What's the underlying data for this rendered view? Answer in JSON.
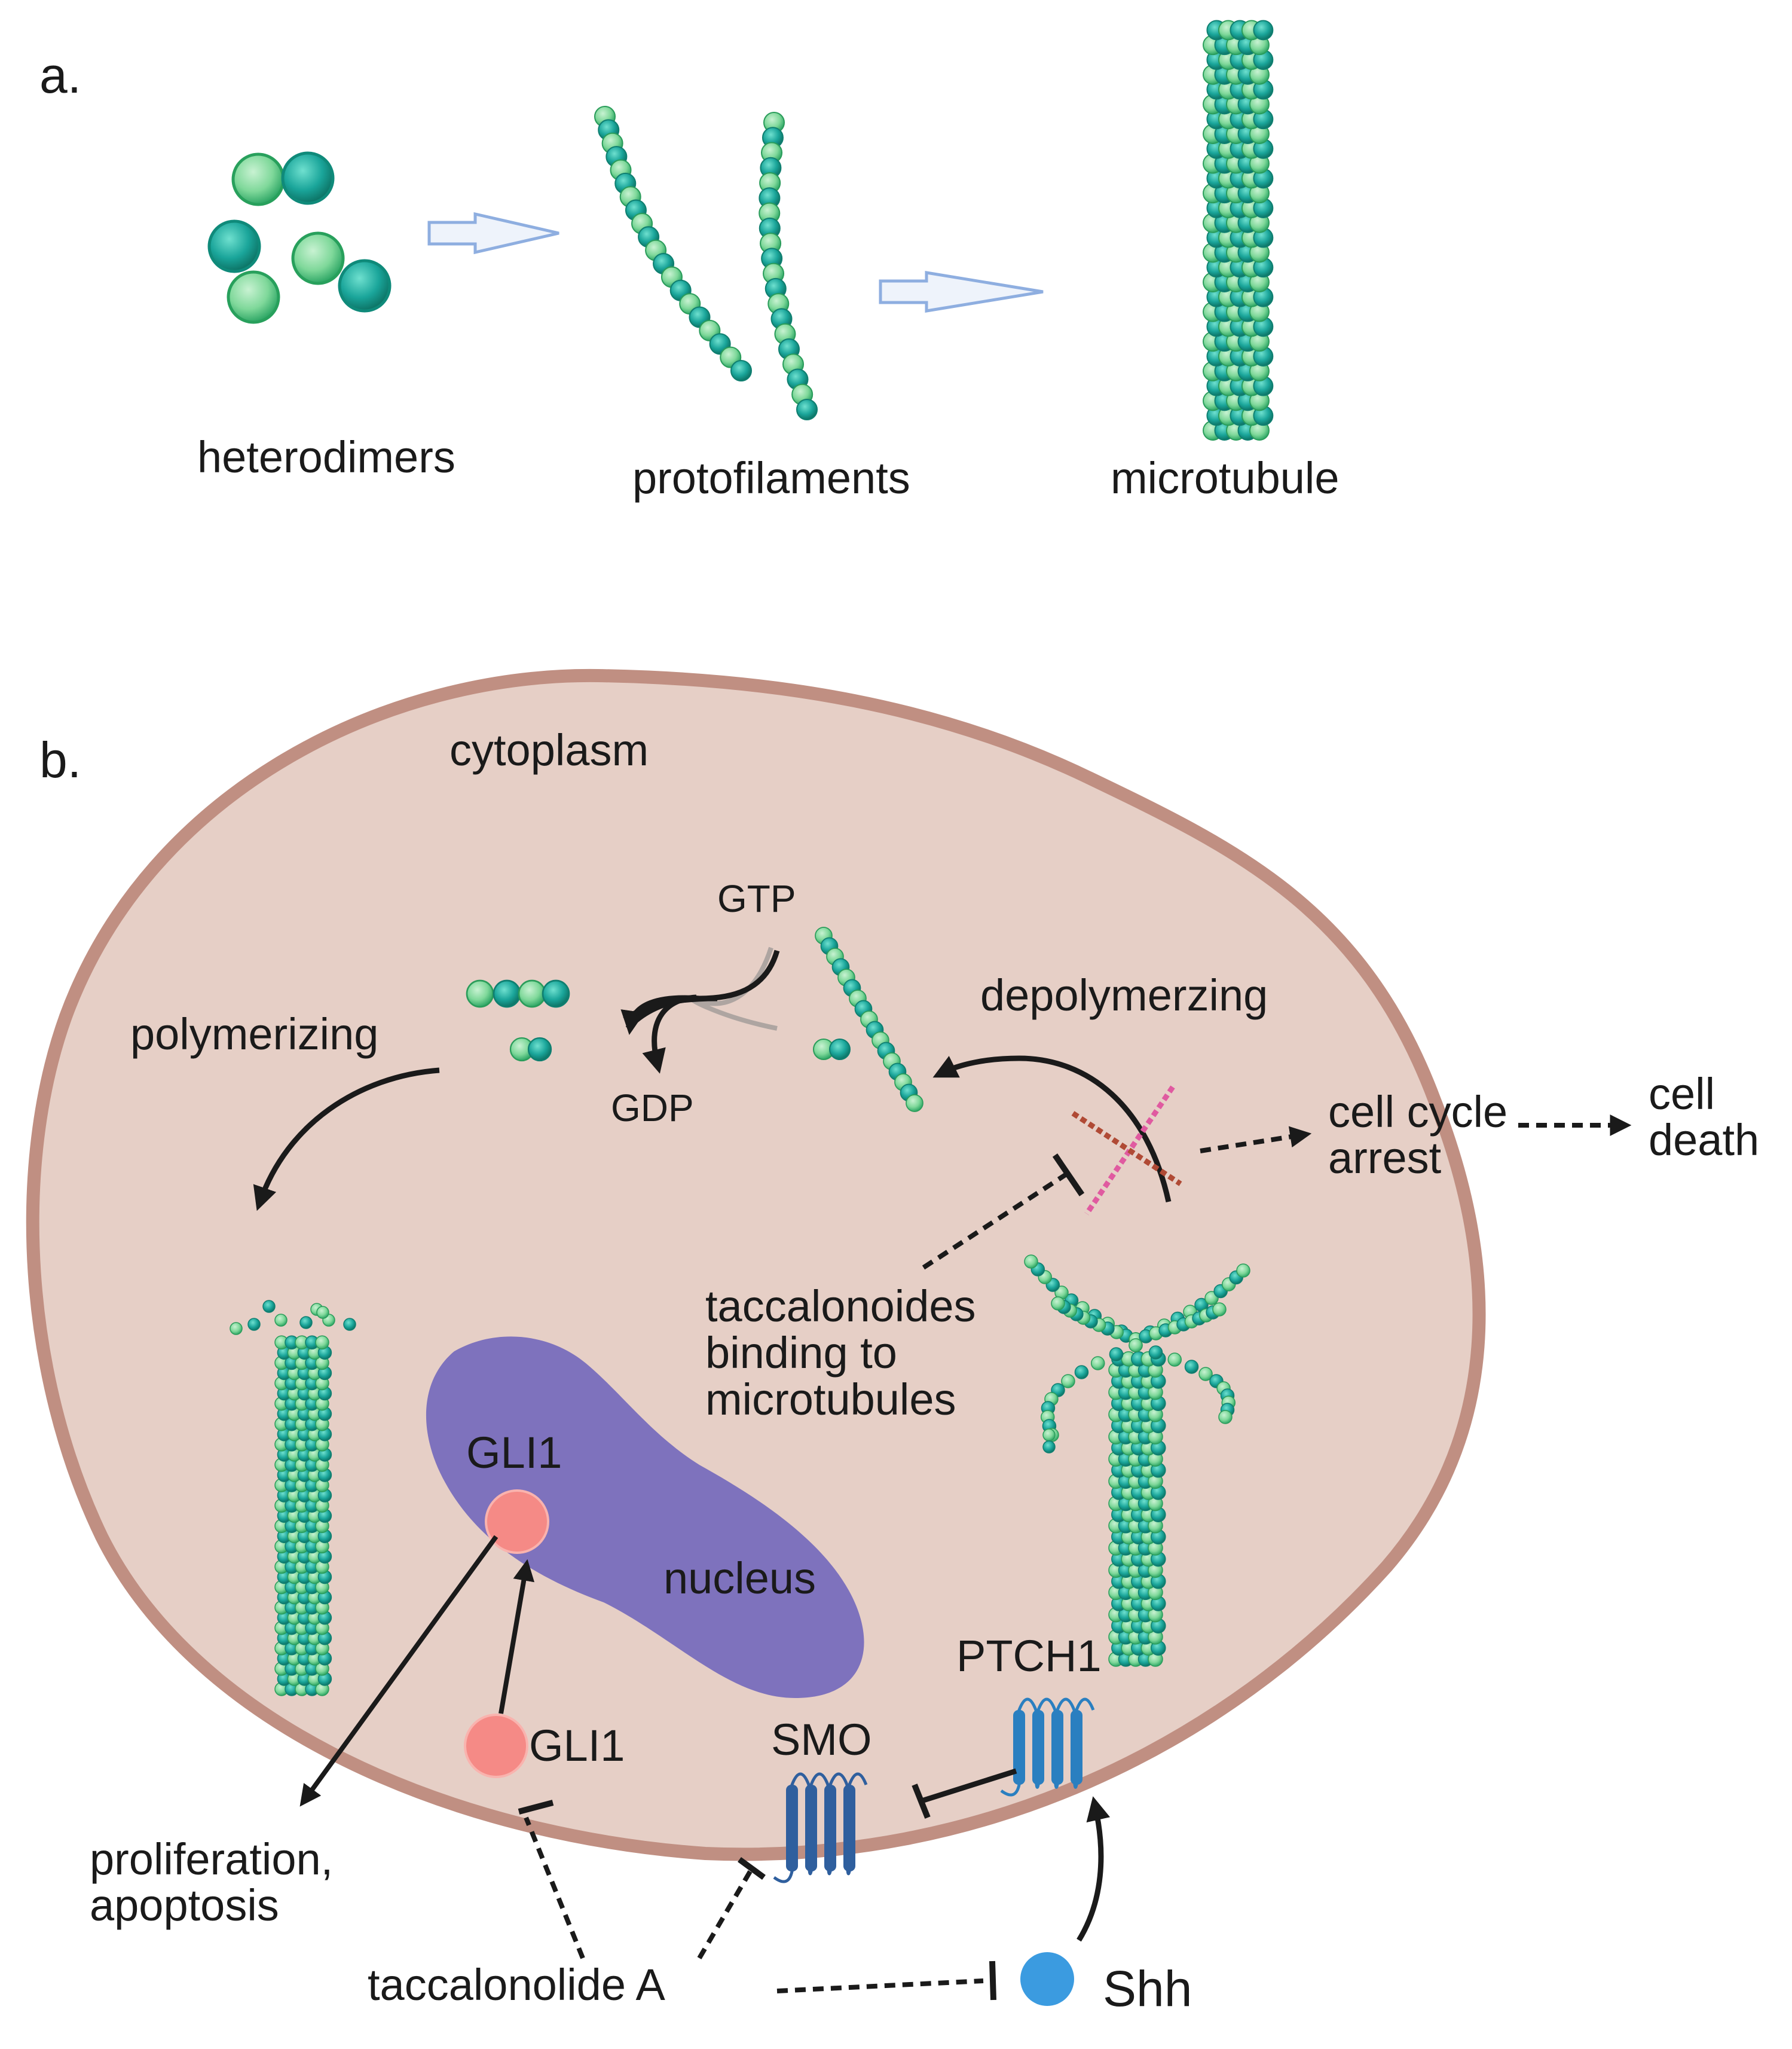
{
  "panel_a": {
    "letter": "a.",
    "labels": {
      "heterodimers": "heterodimers",
      "protofilaments": "protofilaments",
      "microtubule": "microtubule"
    }
  },
  "panel_b": {
    "letter": "b.",
    "labels": {
      "cytoplasm": "cytoplasm",
      "gtp": "GTP",
      "gdp": "GDP",
      "polymerizing": "polymerizing",
      "depolymerizing": "depolymerzing",
      "cell_cycle_arrest_1": "cell cycle",
      "cell_cycle_arrest_2": "arrest",
      "cell_death_1": "cell",
      "cell_death_2": "death",
      "taccalonoides_1": "taccalonoides",
      "taccalonoides_2": "binding to",
      "taccalonoides_3": "microtubules",
      "gli1_nucleus": "GLI1",
      "nucleus": "nucleus",
      "gli1_cytoplasm": "GLI1",
      "ptch1": "PTCH1",
      "smo": "SMO",
      "proliferation_1": "proliferation,",
      "proliferation_2": "apoptosis",
      "taccalonolide_a": "taccalonolide A",
      "shh": "Shh"
    }
  },
  "colors": {
    "tubulin_light": "#7fd89a",
    "tubulin_dark": "#1aa59a",
    "block_arrow": "#8eaee0",
    "cell_fill": "#e6cfc6",
    "cell_membrane": "#c08f82",
    "nucleus": "#7e72bd",
    "gli1": "#f58a86",
    "receptor": "#2f6fad",
    "shh": "#3b9be0",
    "block_line_pink": "#e05aa0",
    "block_line_red": "#b04a35"
  }
}
